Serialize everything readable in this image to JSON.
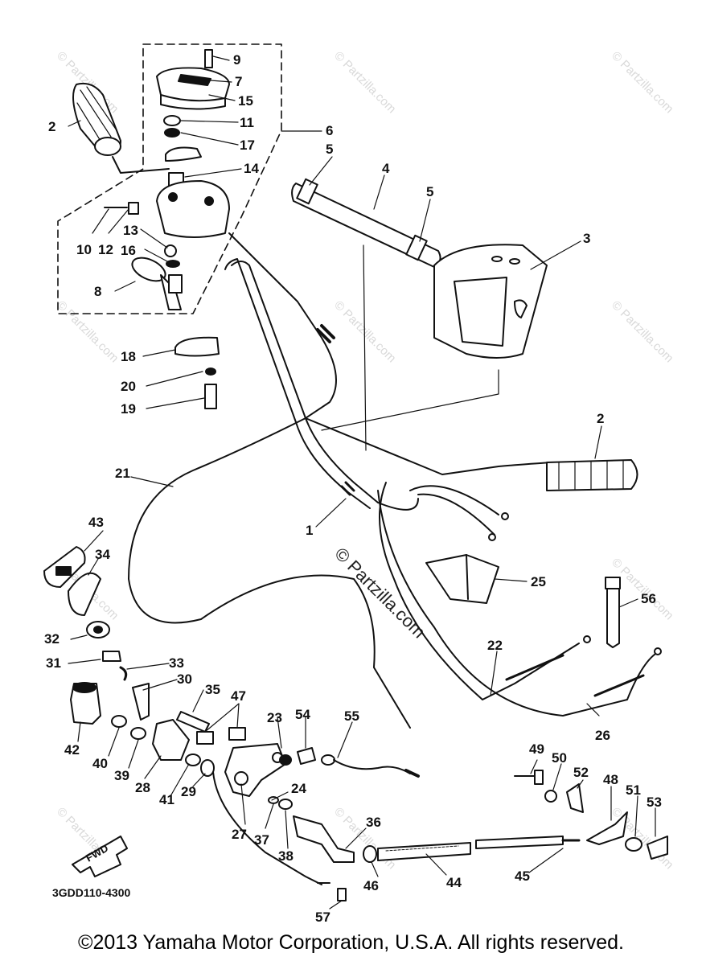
{
  "watermarks": {
    "small": "© Partzilla.com",
    "center": "© Partzilla.com"
  },
  "diagram_code": "3GDD110-4300",
  "fwd_label": "FWD",
  "copyright": "©2013 Yamaha Motor Corporation, U.S.A. All rights reserved.",
  "labels": {
    "l1": "1",
    "l2a": "2",
    "l2b": "2",
    "l3": "3",
    "l4": "4",
    "l5a": "5",
    "l5b": "5",
    "l6": "6",
    "l7": "7",
    "l8": "8",
    "l9": "9",
    "l10": "10",
    "l11": "11",
    "l12": "12",
    "l13": "13",
    "l14": "14",
    "l15": "15",
    "l16": "16",
    "l17": "17",
    "l18": "18",
    "l19": "19",
    "l20": "20",
    "l21": "21",
    "l22": "22",
    "l23": "23",
    "l24": "24",
    "l25": "25",
    "l26": "26",
    "l27": "27",
    "l28": "28",
    "l29": "29",
    "l30": "30",
    "l31": "31",
    "l32": "32",
    "l33": "33",
    "l34": "34",
    "l35": "35",
    "l36": "36",
    "l37": "37",
    "l38": "38",
    "l39": "39",
    "l40": "40",
    "l41": "41",
    "l42": "42",
    "l43": "43",
    "l44": "44",
    "l45": "45",
    "l46": "46",
    "l47": "47",
    "l48": "48",
    "l49": "49",
    "l50": "50",
    "l51": "51",
    "l52": "52",
    "l53": "53",
    "l54": "54",
    "l55": "55",
    "l56": "56",
    "l57": "57"
  },
  "colors": {
    "ink": "#111111",
    "watermark": "#d9d9d9",
    "background": "#ffffff"
  }
}
